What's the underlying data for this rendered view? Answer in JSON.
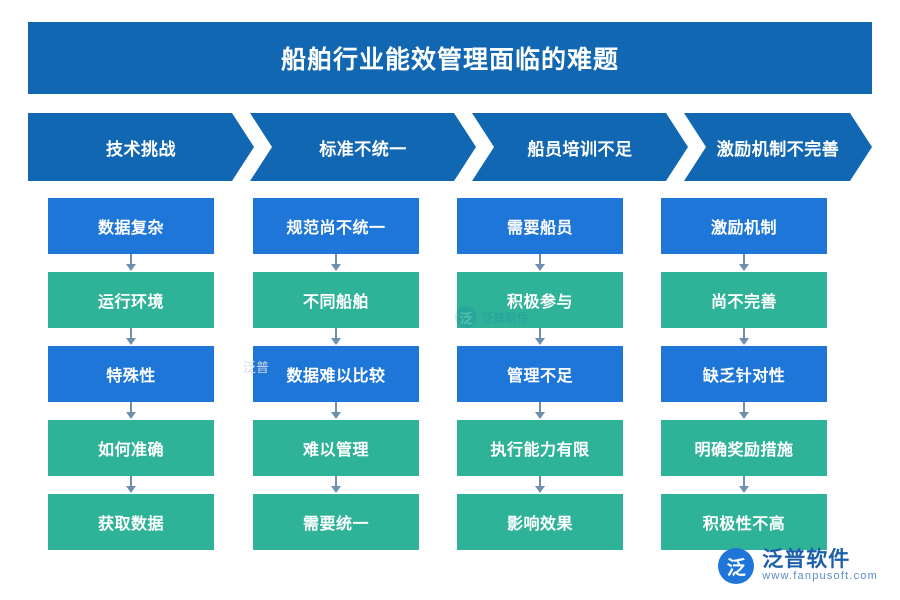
{
  "title": "船舶行业能效管理面临的难题",
  "colors": {
    "header_blue": "#1167b1",
    "box_blue": "#1e76d8",
    "box_teal": "#2eb398",
    "arrow": "#6f8fae",
    "logo_blue": "#1d5fa8"
  },
  "columns": [
    {
      "header": "技术挑战",
      "cells": [
        {
          "label": "数据复杂",
          "color": "blue"
        },
        {
          "label": "运行环境",
          "color": "teal"
        },
        {
          "label": "特殊性",
          "color": "blue"
        },
        {
          "label": "如何准确",
          "color": "teal"
        },
        {
          "label": "获取数据",
          "color": "teal"
        }
      ]
    },
    {
      "header": "标准不统一",
      "cells": [
        {
          "label": "规范尚不统一",
          "color": "blue"
        },
        {
          "label": "不同船舶",
          "color": "teal"
        },
        {
          "label": "数据难以比较",
          "color": "blue"
        },
        {
          "label": "难以管理",
          "color": "teal"
        },
        {
          "label": "需要统一",
          "color": "teal"
        }
      ]
    },
    {
      "header": "船员培训不足",
      "cells": [
        {
          "label": "需要船员",
          "color": "blue"
        },
        {
          "label": "积极参与",
          "color": "teal"
        },
        {
          "label": "管理不足",
          "color": "blue"
        },
        {
          "label": "执行能力有限",
          "color": "teal"
        },
        {
          "label": "影响效果",
          "color": "teal"
        }
      ]
    },
    {
      "header": "激励机制不完善",
      "cells": [
        {
          "label": "激励机制",
          "color": "blue"
        },
        {
          "label": "尚不完善",
          "color": "teal"
        },
        {
          "label": "缺乏针对性",
          "color": "blue"
        },
        {
          "label": "明确奖励措施",
          "color": "teal"
        },
        {
          "label": "积极性不高",
          "color": "teal"
        }
      ]
    }
  ],
  "watermark": {
    "center_mark": "泛",
    "center_text": "泛普软件",
    "small_text": "泛普"
  },
  "logo": {
    "badge": "泛",
    "name_cn": "泛普软件",
    "name_en": "www.fanpusoft.com"
  }
}
